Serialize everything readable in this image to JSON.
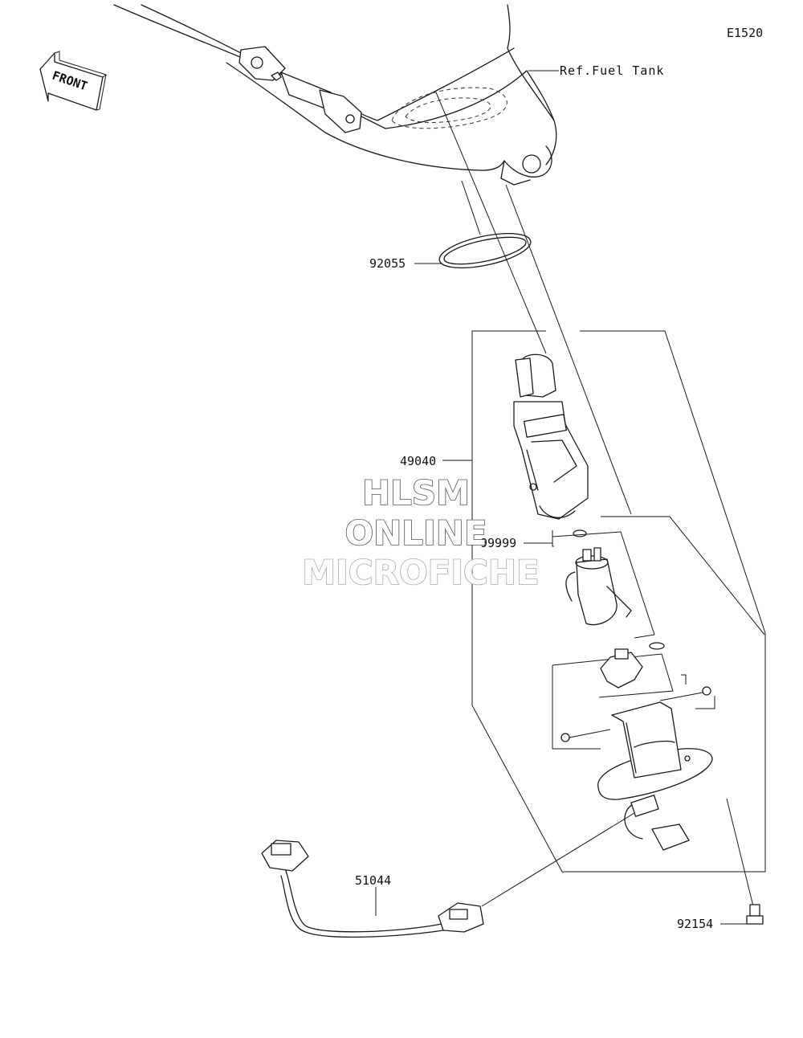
{
  "diagram_code": "E1520",
  "front_label": "FRONT",
  "reference_label": "Ref.Fuel Tank",
  "parts": [
    {
      "number": "92055"
    },
    {
      "number": "49040"
    },
    {
      "number": "99999"
    },
    {
      "number": "51044"
    },
    {
      "number": "92154"
    }
  ],
  "watermark": {
    "line1": "HLSM",
    "line2": "ONLINE",
    "line3": "MICROFICHE"
  }
}
